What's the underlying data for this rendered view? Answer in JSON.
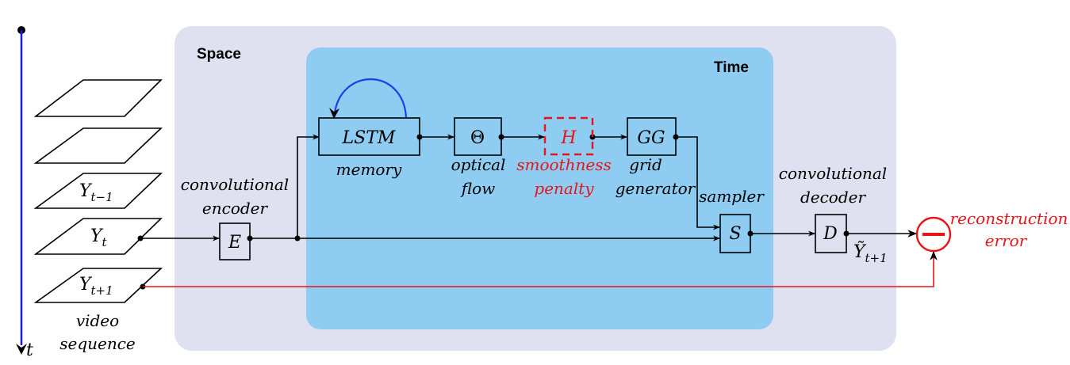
{
  "colors": {
    "space_region": "#e0e1f0",
    "time_region": "#8ecdf1",
    "timeline": "#1a1ae0",
    "highlight": "#e8141a",
    "recurrent_arrow": "#1a3ee8"
  },
  "timeline": {
    "label": "t"
  },
  "regions": {
    "space": {
      "title": "Space"
    },
    "time": {
      "title": "Time"
    }
  },
  "frames": {
    "y_prev": {
      "base": "Y",
      "sub": "t−1"
    },
    "y_t": {
      "base": "Y",
      "sub": "t"
    },
    "y_next": {
      "base": "Y",
      "sub": "t+1"
    },
    "caption_line1": "video",
    "caption_line2": "sequence"
  },
  "blocks": {
    "encoder": {
      "symbol": "E",
      "caption_line1": "convolutional",
      "caption_line2": "encoder"
    },
    "lstm": {
      "symbol": "LSTM",
      "caption": "memory"
    },
    "theta": {
      "symbol": "Θ",
      "caption_line1": "optical",
      "caption_line2": "flow"
    },
    "h": {
      "symbol": "H",
      "caption_line1": "smoothness",
      "caption_line2": "penalty"
    },
    "gg": {
      "symbol": "GG",
      "caption_line1": "grid",
      "caption_line2": "generator"
    },
    "sampler": {
      "symbol": "S",
      "caption": "sampler"
    },
    "decoder": {
      "symbol": "D",
      "caption_line1": "convolutional",
      "caption_line2": "decoder"
    }
  },
  "output": {
    "base": "Ỹ",
    "sub": "t+1"
  },
  "error": {
    "caption_line1": "reconstruction",
    "caption_line2": "error"
  }
}
